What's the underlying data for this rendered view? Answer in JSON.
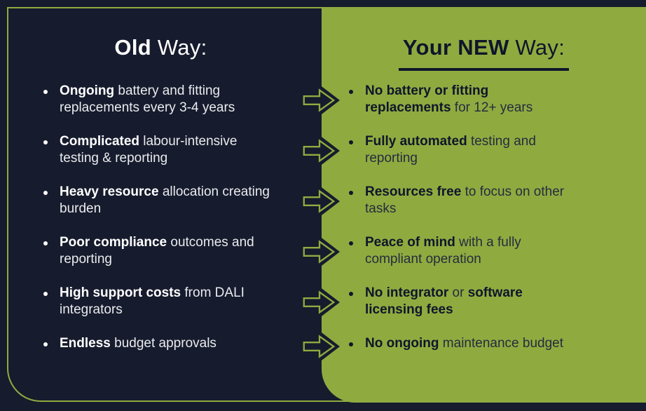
{
  "left_panel": {
    "heading": {
      "bold": "Old",
      "rest": " Way:"
    },
    "items": [
      {
        "b1": "Ongoing",
        "t1": " battery and fitting replacements every 3-4 years"
      },
      {
        "b1": "Complicated",
        "t1": " labour-intensive testing & reporting"
      },
      {
        "b1": "Heavy resource",
        "t1": " allocation creating burden"
      },
      {
        "b1": "Poor compliance",
        "t1": " outcomes and reporting"
      },
      {
        "b1": "High support costs",
        "t1": " from DALI integrators"
      },
      {
        "b1": "Endless",
        "t1": " budget approvals"
      }
    ]
  },
  "right_panel": {
    "heading": {
      "bold": "Your NEW",
      "rest": " Way:"
    },
    "items": [
      {
        "b1": "No battery or fitting replacements",
        "t1": " for 12+ years"
      },
      {
        "b1": "Fully automated",
        "t1": " testing and reporting"
      },
      {
        "b1": "Resources free",
        "t1": " to focus on other tasks"
      },
      {
        "b1": "Peace of mind",
        "t1": " with a fully compliant operation"
      },
      {
        "b1": "No integrator",
        "t1": " or ",
        "b2": "software licensing fees"
      },
      {
        "b1": "No ongoing",
        "t1": " maintenance budget"
      }
    ]
  },
  "icons": {
    "arrow": "arrow-right"
  },
  "colors": {
    "navy": "#161b2d",
    "green": "#8fab40",
    "light_text": "#e9ebee",
    "white": "#ffffff",
    "dark_text": "#10152a",
    "dark_text_soft": "#252c3e"
  }
}
